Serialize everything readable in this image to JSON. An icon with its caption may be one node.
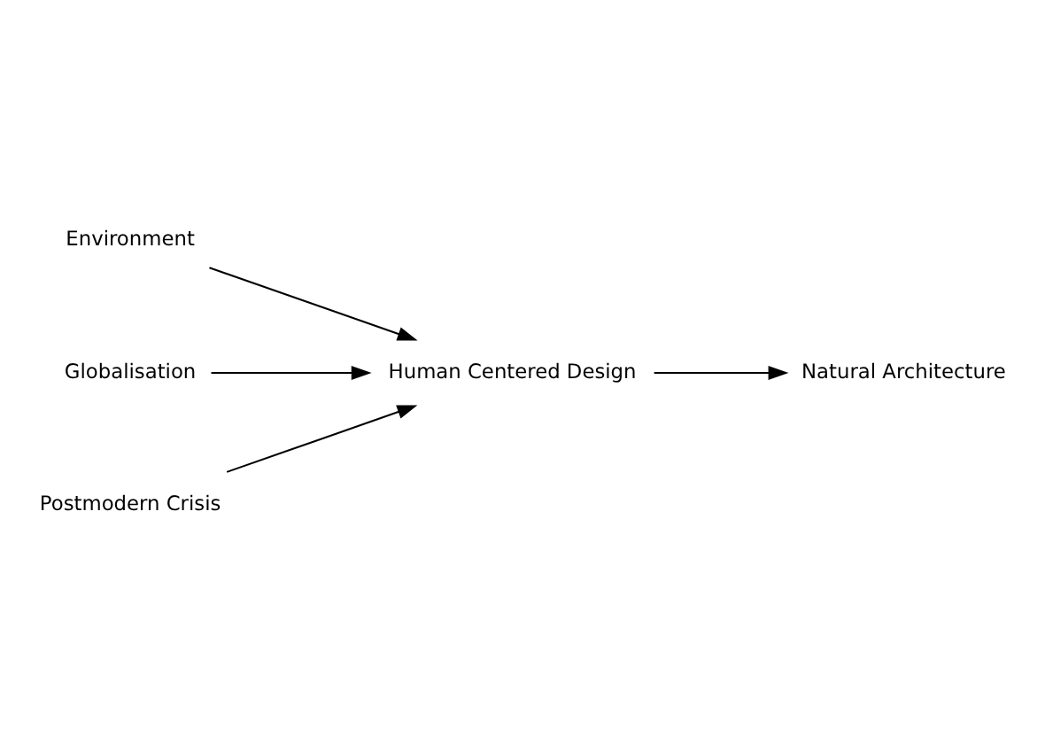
{
  "diagram": {
    "nodes": [
      {
        "text": [
          "Environment"
        ]
      },
      {
        "text": [
          "Globalisation"
        ]
      },
      {
        "text": [
          "Postmodern Crisis"
        ]
      },
      {
        "text": [
          "Human Centered Design"
        ]
      },
      {
        "text": [
          "Natural Architecture"
        ]
      }
    ],
    "edges": [
      {
        "from": 0,
        "to": 3,
        "arrow": "to"
      },
      {
        "from": 1,
        "to": 3,
        "arrow": "to"
      },
      {
        "from": 2,
        "to": 3,
        "arrow": "to"
      },
      {
        "from": 3,
        "to": 4,
        "arrow": "to"
      }
    ]
  }
}
